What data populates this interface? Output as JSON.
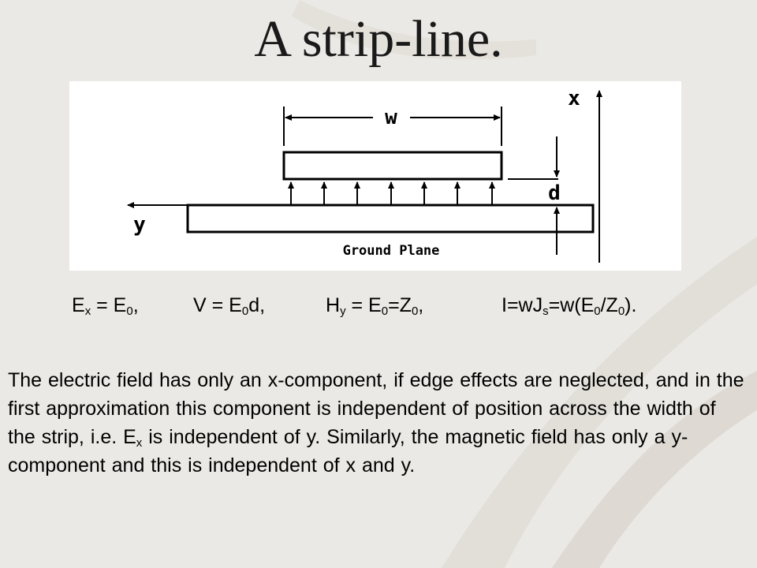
{
  "slide": {
    "title": "A strip-line."
  },
  "figure": {
    "width_label": "w",
    "gap_label": "d",
    "x_axis_label": "x",
    "y_axis_label": "y",
    "ground_plane_label": "Ground Plane",
    "field_arrow_count": 7
  },
  "equations": {
    "ex": {
      "b1": "E",
      "s1": "x",
      "t1": " = E",
      "s2": "0",
      "t2": ","
    },
    "v": {
      "b1": "V = E",
      "s1": "0",
      "t1": "d,"
    },
    "hy": {
      "b1": "H",
      "s1": "y",
      "t1": " = E",
      "s2": "0",
      "t2": "=Z",
      "s3": "0",
      "t3": ","
    },
    "i": {
      "b1": "I=wJ",
      "s1": "s",
      "t1": "=w(E",
      "s2": "0",
      "t2": "/Z",
      "s3": "0",
      "t3": ")."
    }
  },
  "paragraph": {
    "part1": "The electric field has only an x-component, if edge effects are neglected, and in the first approximation this component is independent of position across the width of the strip, i.e. E",
    "sub": "x",
    "part2": " is independent of y. Similarly, the magnetic field has only a y-component and this is independent of x and y."
  }
}
